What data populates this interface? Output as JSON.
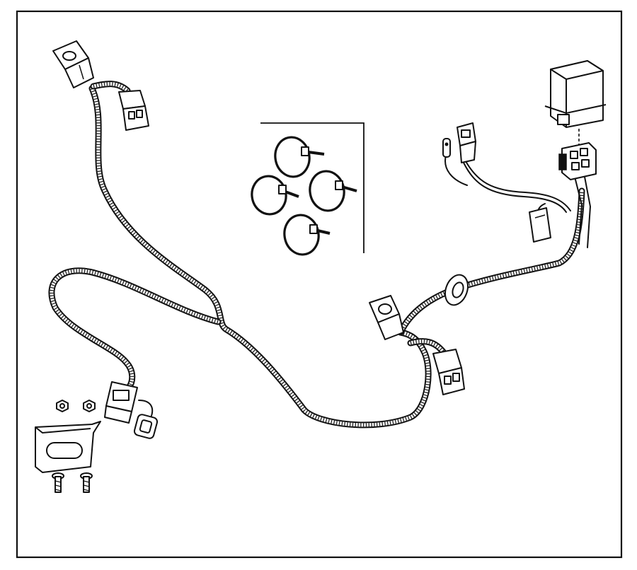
{
  "diagram": {
    "colors": {
      "line": "#111111",
      "background": "#ffffff"
    },
    "parts": [
      "wiring-harness",
      "connector-top-left",
      "connector-top-left-secondary",
      "relay",
      "relay-socket",
      "pigtail-connector",
      "ring-terminal",
      "inline-connector-right",
      "grommet",
      "connector-center",
      "connector-center-secondary",
      "connector-lower-left",
      "mounting-bracket",
      "nut",
      "bolt",
      "cable-tie"
    ]
  }
}
